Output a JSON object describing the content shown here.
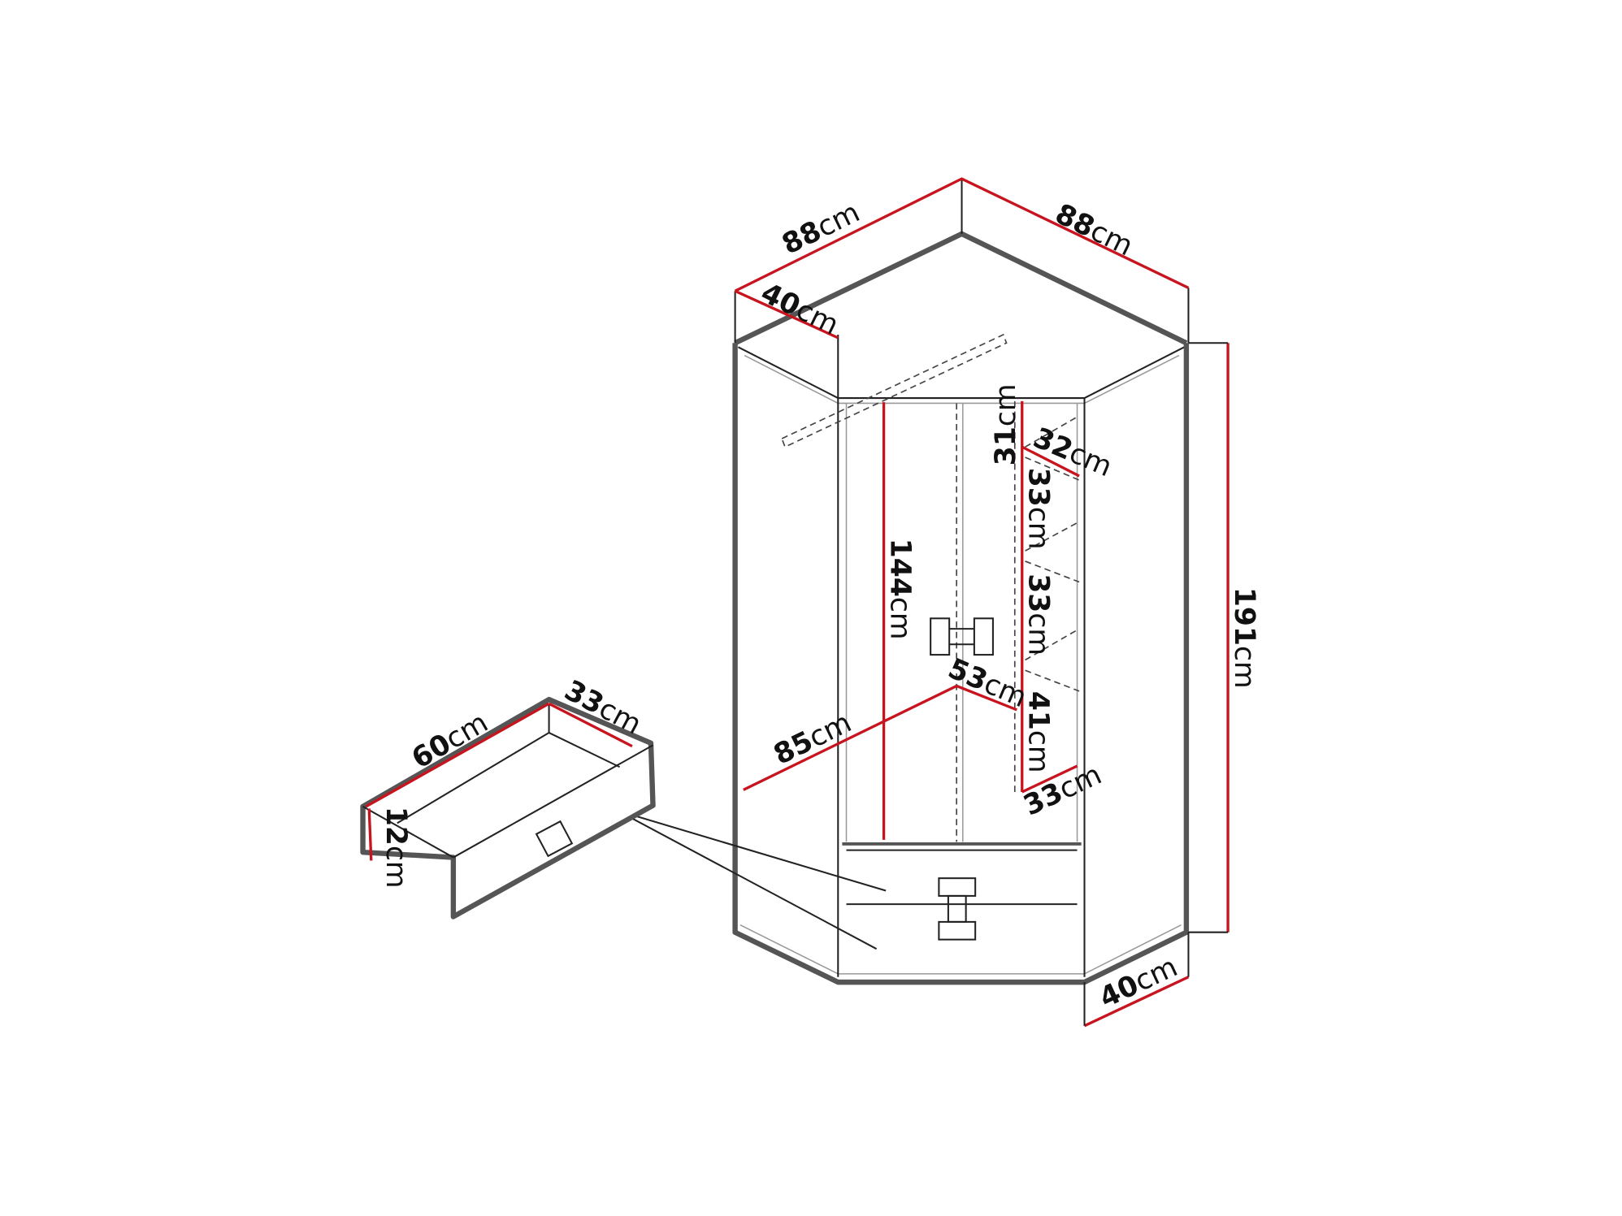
{
  "accent_color": "#c8141e",
  "dimensions": {
    "top_left_width": {
      "value": "88",
      "unit": "cm"
    },
    "top_right_width": {
      "value": "88",
      "unit": "cm"
    },
    "top_depth": {
      "value": "40",
      "unit": "cm"
    },
    "rail_height": {
      "value": "144",
      "unit": "cm"
    },
    "diagonal_depth": {
      "value": "85",
      "unit": "cm"
    },
    "door_half": {
      "value": "53",
      "unit": "cm"
    },
    "shelf_top": {
      "value": "31",
      "unit": "cm"
    },
    "shelf_depth_top": {
      "value": "32",
      "unit": "cm"
    },
    "shelf_gap_1": {
      "value": "33",
      "unit": "cm"
    },
    "shelf_gap_2": {
      "value": "33",
      "unit": "cm"
    },
    "shelf_gap_3": {
      "value": "41",
      "unit": "cm"
    },
    "shelf_depth_bottom": {
      "value": "33",
      "unit": "cm"
    },
    "total_height": {
      "value": "191",
      "unit": "cm"
    },
    "bottom_depth": {
      "value": "40",
      "unit": "cm"
    },
    "drawer_width": {
      "value": "60",
      "unit": "cm"
    },
    "drawer_depth": {
      "value": "33",
      "unit": "cm"
    },
    "drawer_height": {
      "value": "12",
      "unit": "cm"
    }
  }
}
